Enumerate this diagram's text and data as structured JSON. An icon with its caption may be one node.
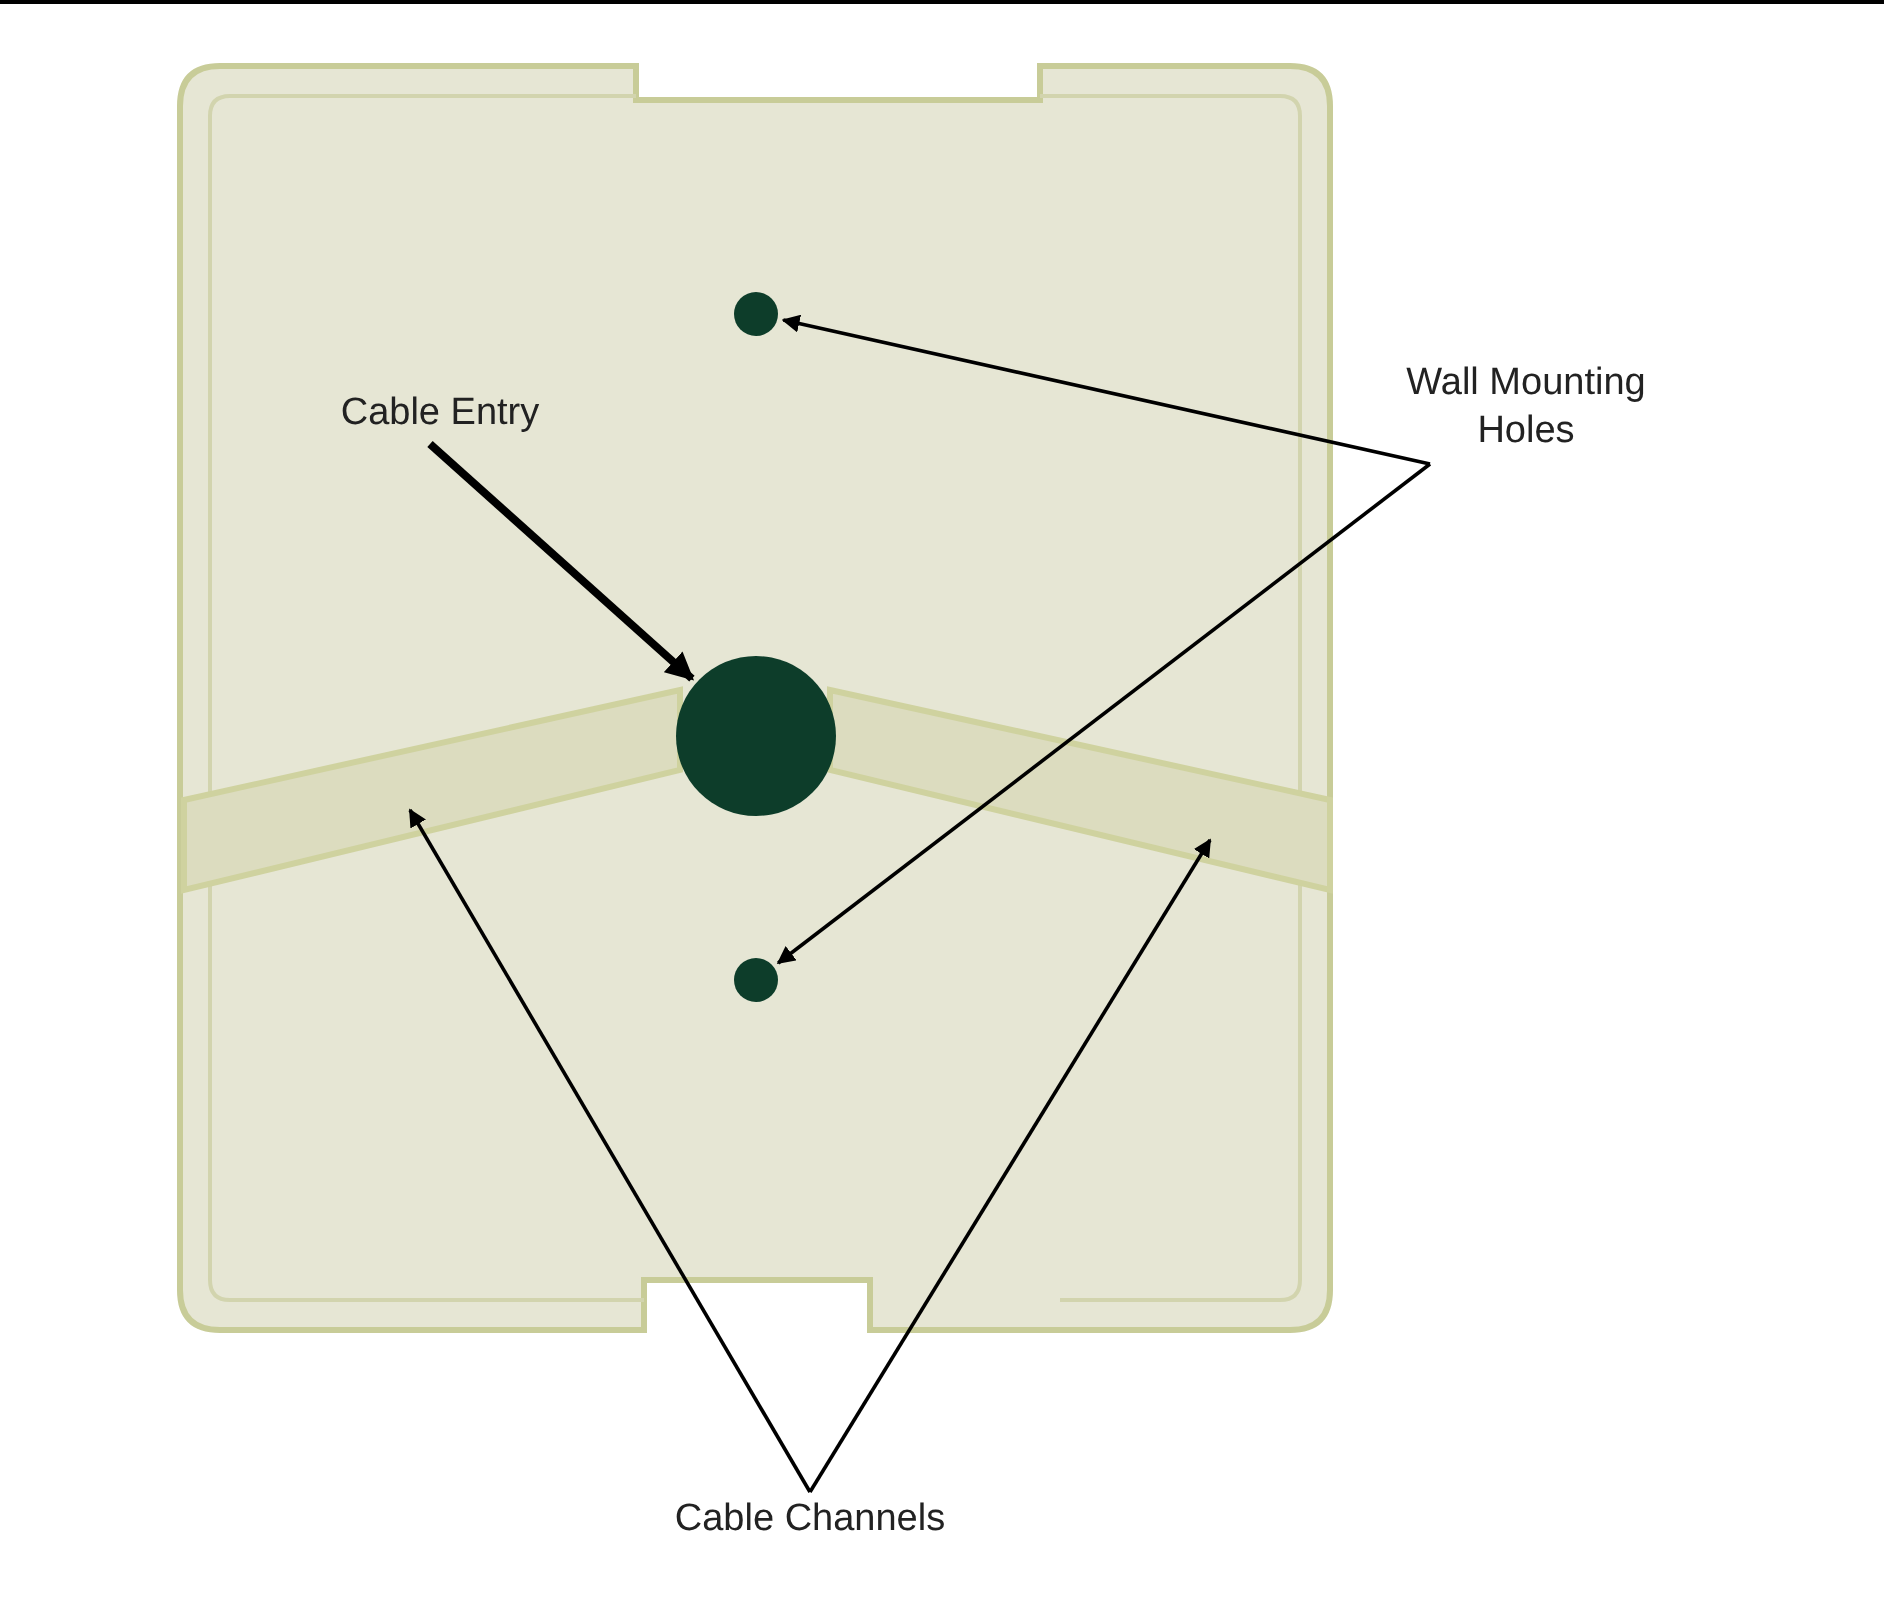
{
  "diagram": {
    "nodes": [
      {
        "text": [
          "Cable Entry"
        ]
      },
      {
        "text": [
          "Wall Mounting Holes"
        ]
      },
      {
        "text": [
          "Cable Channels"
        ]
      },
      {
        "text": [],
        "shape": "circle"
      },
      {
        "text": [],
        "shape": "circle"
      },
      {
        "text": [],
        "shape": "circle"
      },
      {
        "text": [],
        "shape": "bar"
      },
      {
        "text": [],
        "shape": "bar"
      }
    ],
    "edges": [
      {
        "from": 0,
        "to": 4,
        "arrow": "to",
        "style": "thick"
      },
      {
        "from": 1,
        "to": 3,
        "arrow": "to"
      },
      {
        "from": 1,
        "to": 5,
        "arrow": "to"
      },
      {
        "from": 2,
        "to": 6,
        "arrow": "to"
      },
      {
        "from": 2,
        "to": 7,
        "arrow": "to"
      }
    ]
  }
}
